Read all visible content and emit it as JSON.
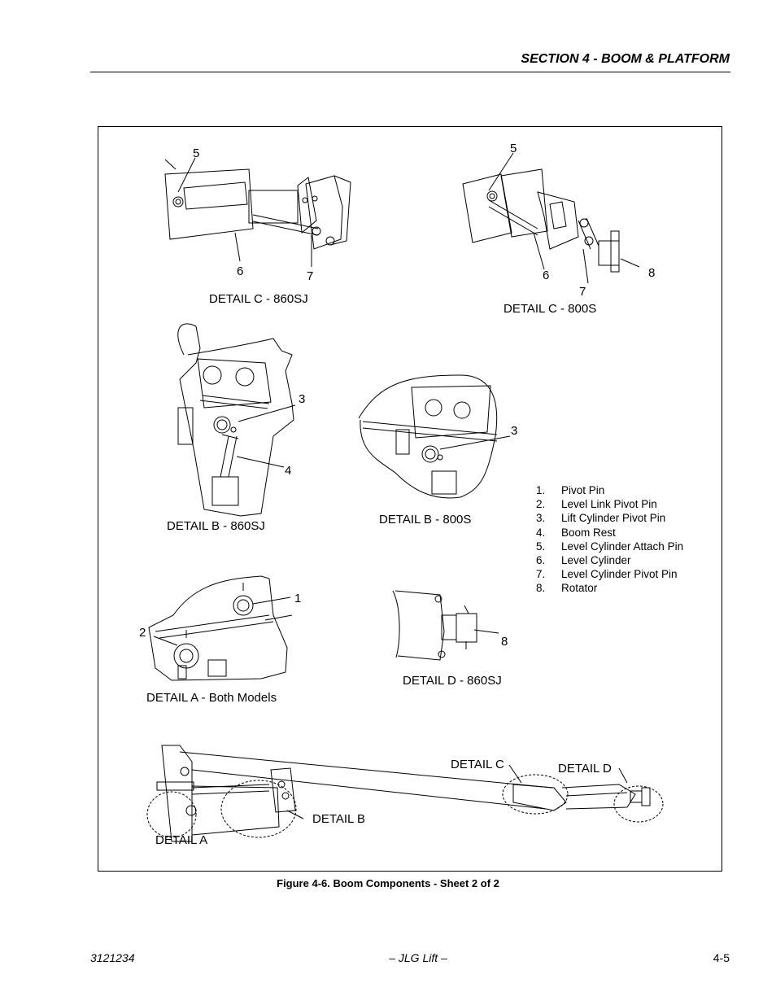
{
  "header": {
    "section_title": "SECTION 4 - BOOM & PLATFORM"
  },
  "figure": {
    "callouts": {
      "c_860_5": "5",
      "c_860_6": "6",
      "c_860_7": "7",
      "c_800_5": "5",
      "c_800_6": "6",
      "c_800_7": "7",
      "c_800_8": "8",
      "b_860_3": "3",
      "b_860_4": "4",
      "b_800_3": "3",
      "a_1": "1",
      "a_2": "2",
      "d_8": "8"
    },
    "detail_labels": {
      "detail_c_860sj": "DETAIL C - 860SJ",
      "detail_c_800s": "DETAIL C - 800S",
      "detail_b_860sj": "DETAIL B - 860SJ",
      "detail_b_800s": "DETAIL B - 800S",
      "detail_a_both": "DETAIL A - Both Models",
      "detail_d_860sj": "DETAIL D - 860SJ",
      "overview_detail_a": "DETAIL A",
      "overview_detail_b": "DETAIL B",
      "overview_detail_c": "DETAIL C",
      "overview_detail_d": "DETAIL D"
    },
    "legend": [
      {
        "num": "1.",
        "label": "Pivot Pin"
      },
      {
        "num": "2.",
        "label": "Level Link Pivot Pin"
      },
      {
        "num": "3.",
        "label": "Lift Cylinder Pivot Pin"
      },
      {
        "num": "4.",
        "label": "Boom Rest"
      },
      {
        "num": "5.",
        "label": "Level Cylinder Attach Pin"
      },
      {
        "num": "6.",
        "label": "Level Cylinder"
      },
      {
        "num": "7.",
        "label": "Level Cylinder Pivot Pin"
      },
      {
        "num": "8.",
        "label": "Rotator"
      }
    ],
    "caption": "Figure 4-6.  Boom Components - Sheet 2 of 2"
  },
  "footer": {
    "doc_number": "3121234",
    "publisher": "– JLG Lift –",
    "page_number": "4-5"
  }
}
